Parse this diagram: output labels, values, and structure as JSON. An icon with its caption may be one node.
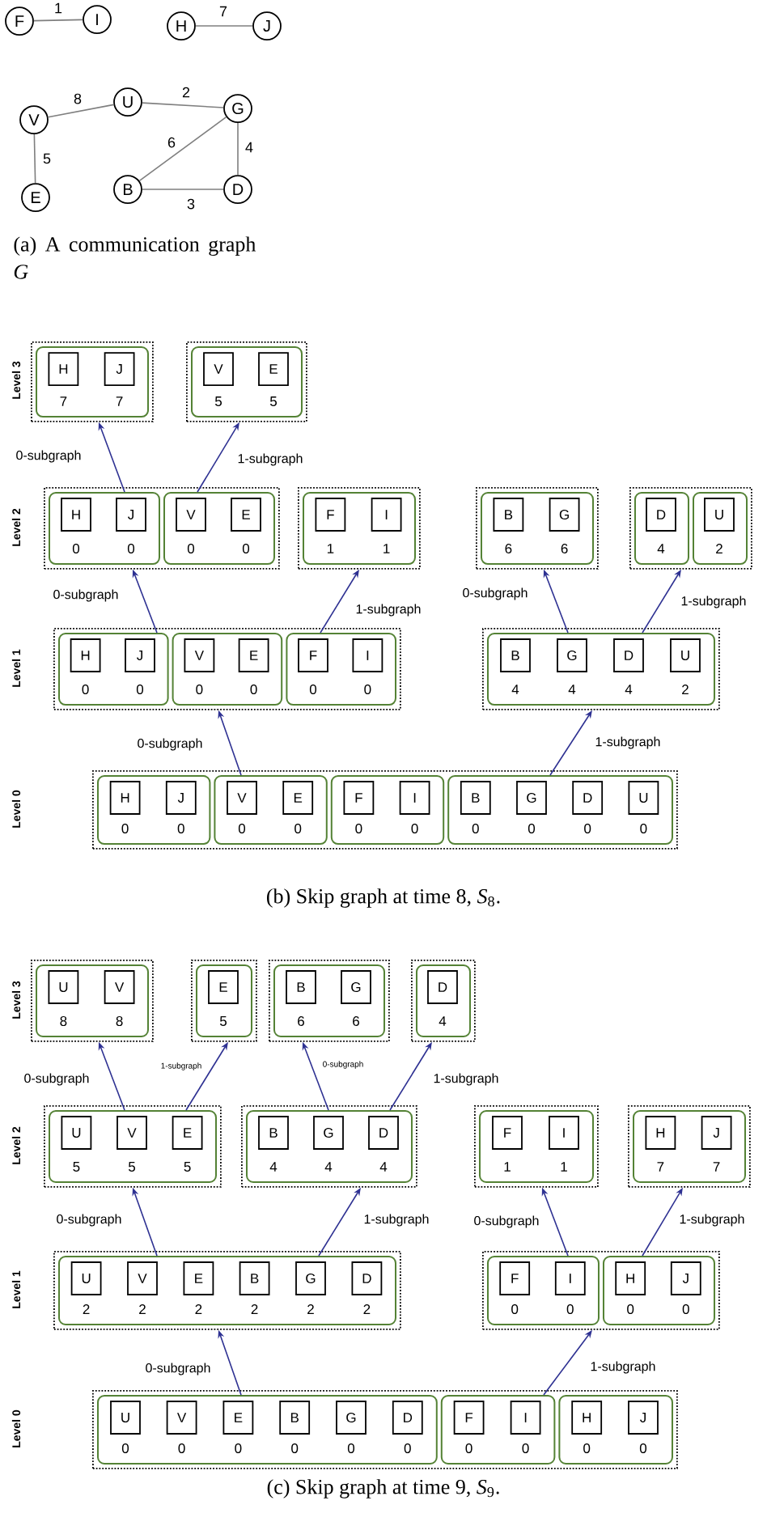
{
  "diagram": {
    "nodes": [
      {
        "text": [
          "F"
        ]
      },
      {
        "text": [
          "I"
        ]
      },
      {
        "text": [
          "H"
        ]
      },
      {
        "text": [
          "J"
        ]
      },
      {
        "text": [
          "V"
        ]
      },
      {
        "text": [
          "U"
        ]
      },
      {
        "text": [
          "G"
        ]
      },
      {
        "text": [
          "E"
        ]
      },
      {
        "text": [
          "B"
        ]
      },
      {
        "text": [
          "D"
        ]
      },
      {
        "text": [],
        "shape": "box"
      },
      {
        "text": [],
        "shape": "box",
        "in": 10
      },
      {
        "text": [
          "H"
        ],
        "beside": [
          "7"
        ],
        "in": 11
      },
      {
        "text": [
          "J"
        ],
        "beside": [
          "7"
        ],
        "in": 11
      },
      {
        "text": [],
        "shape": "box"
      },
      {
        "text": [],
        "shape": "box",
        "in": 14
      },
      {
        "text": [
          "V"
        ],
        "beside": [
          "5"
        ],
        "in": 15
      },
      {
        "text": [
          "E"
        ],
        "beside": [
          "5"
        ],
        "in": 15
      },
      {
        "text": [],
        "shape": "box"
      },
      {
        "text": [],
        "shape": "box",
        "in": 18
      },
      {
        "text": [
          "H"
        ],
        "beside": [
          "0"
        ],
        "in": 19
      },
      {
        "text": [
          "J"
        ],
        "beside": [
          "0"
        ],
        "in": 19
      },
      {
        "text": [],
        "shape": "box",
        "in": 18
      },
      {
        "text": [
          "V"
        ],
        "beside": [
          "0"
        ],
        "in": 22
      },
      {
        "text": [
          "E"
        ],
        "beside": [
          "0"
        ],
        "in": 22
      },
      {
        "text": [],
        "shape": "box"
      },
      {
        "text": [],
        "shape": "box",
        "in": 25
      },
      {
        "text": [
          "F"
        ],
        "beside": [
          "1"
        ],
        "in": 26
      },
      {
        "text": [
          "I"
        ],
        "beside": [
          "1"
        ],
        "in": 26
      },
      {
        "text": [],
        "shape": "box"
      },
      {
        "text": [],
        "shape": "box",
        "in": 29
      },
      {
        "text": [
          "B"
        ],
        "beside": [
          "6"
        ],
        "in": 30
      },
      {
        "text": [
          "G"
        ],
        "beside": [
          "6"
        ],
        "in": 30
      },
      {
        "text": [],
        "shape": "box"
      },
      {
        "text": [],
        "shape": "box",
        "in": 33
      },
      {
        "text": [
          "D"
        ],
        "beside": [
          "4"
        ],
        "in": 34
      },
      {
        "text": [],
        "shape": "box",
        "in": 33
      },
      {
        "text": [
          "U"
        ],
        "beside": [
          "2"
        ],
        "in": 36
      },
      {
        "text": [],
        "shape": "box"
      },
      {
        "text": [],
        "shape": "box",
        "in": 38
      },
      {
        "text": [
          "H"
        ],
        "beside": [
          "0"
        ],
        "in": 39
      },
      {
        "text": [
          "J"
        ],
        "beside": [
          "0"
        ],
        "in": 39
      },
      {
        "text": [],
        "shape": "box",
        "in": 38
      },
      {
        "text": [
          "V"
        ],
        "beside": [
          "0"
        ],
        "in": 42
      },
      {
        "text": [
          "E"
        ],
        "beside": [
          "0"
        ],
        "in": 42
      },
      {
        "text": [],
        "shape": "box",
        "in": 38
      },
      {
        "text": [
          "F"
        ],
        "beside": [
          "0"
        ],
        "in": 45
      },
      {
        "text": [
          "I"
        ],
        "beside": [
          "0"
        ],
        "in": 45
      },
      {
        "text": [],
        "shape": "box"
      },
      {
        "text": [],
        "shape": "box",
        "in": 48
      },
      {
        "text": [
          "B"
        ],
        "beside": [
          "4"
        ],
        "in": 49
      },
      {
        "text": [
          "G"
        ],
        "beside": [
          "4"
        ],
        "in": 49
      },
      {
        "text": [
          "D"
        ],
        "beside": [
          "4"
        ],
        "in": 49
      },
      {
        "text": [
          "U"
        ],
        "beside": [
          "2"
        ],
        "in": 49
      },
      {
        "text": [],
        "shape": "box"
      },
      {
        "text": [],
        "shape": "box",
        "in": 54
      },
      {
        "text": [
          "H"
        ],
        "beside": [
          "0"
        ],
        "in": 55
      },
      {
        "text": [
          "J"
        ],
        "beside": [
          "0"
        ],
        "in": 55
      },
      {
        "text": [],
        "shape": "box",
        "in": 54
      },
      {
        "text": [
          "V"
        ],
        "beside": [
          "0"
        ],
        "in": 58
      },
      {
        "text": [
          "E"
        ],
        "beside": [
          "0"
        ],
        "in": 58
      },
      {
        "text": [],
        "shape": "box",
        "in": 54
      },
      {
        "text": [
          "F"
        ],
        "beside": [
          "0"
        ],
        "in": 61
      },
      {
        "text": [
          "I"
        ],
        "beside": [
          "0"
        ],
        "in": 61
      },
      {
        "text": [],
        "shape": "box",
        "in": 54
      },
      {
        "text": [
          "B"
        ],
        "beside": [
          "0"
        ],
        "in": 64
      },
      {
        "text": [
          "G"
        ],
        "beside": [
          "0"
        ],
        "in": 64
      },
      {
        "text": [
          "D"
        ],
        "beside": [
          "0"
        ],
        "in": 64
      },
      {
        "text": [
          "U"
        ],
        "beside": [
          "0"
        ],
        "in": 64
      },
      {
        "text": [],
        "shape": "box"
      },
      {
        "text": [],
        "shape": "box",
        "in": 69
      },
      {
        "text": [
          "U"
        ],
        "beside": [
          "8"
        ],
        "in": 70
      },
      {
        "text": [
          "V"
        ],
        "beside": [
          "8"
        ],
        "in": 70
      },
      {
        "text": [],
        "shape": "box"
      },
      {
        "text": [],
        "shape": "box",
        "in": 73
      },
      {
        "text": [
          "E"
        ],
        "beside": [
          "5"
        ],
        "in": 74
      },
      {
        "text": [],
        "shape": "box"
      },
      {
        "text": [],
        "shape": "box",
        "in": 76
      },
      {
        "text": [
          "B"
        ],
        "beside": [
          "6"
        ],
        "in": 77
      },
      {
        "text": [
          "G"
        ],
        "beside": [
          "6"
        ],
        "in": 77
      },
      {
        "text": [],
        "shape": "box"
      },
      {
        "text": [],
        "shape": "box",
        "in": 80
      },
      {
        "text": [
          "D"
        ],
        "beside": [
          "4"
        ],
        "in": 81
      },
      {
        "text": [],
        "shape": "box"
      },
      {
        "text": [],
        "shape": "box",
        "in": 83
      },
      {
        "text": [
          "U"
        ],
        "beside": [
          "5"
        ],
        "in": 84
      },
      {
        "text": [
          "V"
        ],
        "beside": [
          "5"
        ],
        "in": 84
      },
      {
        "text": [
          "E"
        ],
        "beside": [
          "5"
        ],
        "in": 84
      },
      {
        "text": [],
        "shape": "box"
      },
      {
        "text": [],
        "shape": "box",
        "in": 88
      },
      {
        "text": [
          "B"
        ],
        "beside": [
          "4"
        ],
        "in": 89
      },
      {
        "text": [
          "G"
        ],
        "beside": [
          "4"
        ],
        "in": 89
      },
      {
        "text": [
          "D"
        ],
        "beside": [
          "4"
        ],
        "in": 89
      },
      {
        "text": [],
        "shape": "box"
      },
      {
        "text": [],
        "shape": "box",
        "in": 93
      },
      {
        "text": [
          "F"
        ],
        "beside": [
          "1"
        ],
        "in": 94
      },
      {
        "text": [
          "I"
        ],
        "beside": [
          "1"
        ],
        "in": 94
      },
      {
        "text": [],
        "shape": "box"
      },
      {
        "text": [],
        "shape": "box",
        "in": 97
      },
      {
        "text": [
          "H"
        ],
        "beside": [
          "7"
        ],
        "in": 98
      },
      {
        "text": [
          "J"
        ],
        "beside": [
          "7"
        ],
        "in": 98
      },
      {
        "text": [],
        "shape": "box"
      },
      {
        "text": [],
        "shape": "box",
        "in": 101
      },
      {
        "text": [
          "U"
        ],
        "beside": [
          "2"
        ],
        "in": 102
      },
      {
        "text": [
          "V"
        ],
        "beside": [
          "2"
        ],
        "in": 102
      },
      {
        "text": [
          "E"
        ],
        "beside": [
          "2"
        ],
        "in": 102
      },
      {
        "text": [
          "B"
        ],
        "beside": [
          "2"
        ],
        "in": 102
      },
      {
        "text": [
          "G"
        ],
        "beside": [
          "2"
        ],
        "in": 102
      },
      {
        "text": [
          "D"
        ],
        "beside": [
          "2"
        ],
        "in": 102
      },
      {
        "text": [],
        "shape": "box"
      },
      {
        "text": [],
        "shape": "box",
        "in": 109
      },
      {
        "text": [
          "F"
        ],
        "beside": [
          "0"
        ],
        "in": 110
      },
      {
        "text": [
          "I"
        ],
        "beside": [
          "0"
        ],
        "in": 110
      },
      {
        "text": [],
        "shape": "box",
        "in": 109
      },
      {
        "text": [
          "H"
        ],
        "beside": [
          "0"
        ],
        "in": 113
      },
      {
        "text": [
          "J"
        ],
        "beside": [
          "0"
        ],
        "in": 113
      },
      {
        "text": [],
        "shape": "box"
      },
      {
        "text": [],
        "shape": "box",
        "in": 116
      },
      {
        "text": [
          "U"
        ],
        "beside": [
          "0"
        ],
        "in": 117
      },
      {
        "text": [
          "V"
        ],
        "beside": [
          "0"
        ],
        "in": 117
      },
      {
        "text": [
          "E"
        ],
        "beside": [
          "0"
        ],
        "in": 117
      },
      {
        "text": [
          "B"
        ],
        "beside": [
          "0"
        ],
        "in": 117
      },
      {
        "text": [
          "G"
        ],
        "beside": [
          "0"
        ],
        "in": 117
      },
      {
        "text": [
          "D"
        ],
        "beside": [
          "0"
        ],
        "in": 117
      },
      {
        "text": [],
        "shape": "box",
        "in": 116
      },
      {
        "text": [
          "F"
        ],
        "beside": [
          "0"
        ],
        "in": 124
      },
      {
        "text": [
          "I"
        ],
        "beside": [
          "0"
        ],
        "in": 124
      },
      {
        "text": [],
        "shape": "box",
        "in": 116
      },
      {
        "text": [
          "H"
        ],
        "beside": [
          "0"
        ],
        "in": 127
      },
      {
        "text": [
          "J"
        ],
        "beside": [
          "0"
        ],
        "in": 127
      }
    ],
    "edges": [
      {
        "from": 0,
        "to": 1,
        "label": "1",
        "arrow": "none",
        "color": "#7f7f7f"
      },
      {
        "from": 2,
        "to": 3,
        "label": "7",
        "arrow": "none",
        "color": "#7f7f7f"
      },
      {
        "from": 4,
        "to": 5,
        "label": "8",
        "arrow": "none",
        "color": "#7f7f7f"
      },
      {
        "from": 5,
        "to": 6,
        "label": "2",
        "arrow": "none",
        "color": "#7f7f7f"
      },
      {
        "from": 8,
        "to": 6,
        "label": "6",
        "arrow": "none",
        "color": "#7f7f7f"
      },
      {
        "from": 6,
        "to": 9,
        "label": "4",
        "arrow": "none",
        "color": "#7f7f7f"
      },
      {
        "from": 4,
        "to": 7,
        "label": "5",
        "arrow": "none",
        "color": "#7f7f7f"
      },
      {
        "from": 8,
        "to": 9,
        "label": "3",
        "arrow": "none",
        "color": "#7f7f7f"
      },
      {
        "from": 19,
        "to": 10,
        "label": "0-subgraph",
        "arrow": "to"
      },
      {
        "from": 22,
        "to": 14,
        "label": "1-subgraph",
        "arrow": "to"
      },
      {
        "from": 39,
        "to": 18,
        "label": "0-subgraph",
        "arrow": "to"
      },
      {
        "from": 45,
        "to": 25,
        "label": "1-subgraph",
        "arrow": "to"
      },
      {
        "from": 49,
        "to": 29,
        "label": "0-subgraph",
        "arrow": "to"
      },
      {
        "from": 49,
        "to": 33,
        "label": "1-subgraph",
        "arrow": "to"
      },
      {
        "from": 58,
        "to": 38,
        "label": "0-subgraph",
        "arrow": "to"
      },
      {
        "from": 64,
        "to": 48,
        "label": "1-subgraph",
        "arrow": "to"
      },
      {
        "from": 84,
        "to": 69,
        "label": "0-subgraph",
        "arrow": "to"
      },
      {
        "from": 84,
        "to": 73,
        "label": "1-subgraph",
        "arrow": "to"
      },
      {
        "from": 89,
        "to": 76,
        "label": "0-subgraph",
        "arrow": "to"
      },
      {
        "from": 89,
        "to": 80,
        "label": "1-subgraph",
        "arrow": "to"
      },
      {
        "from": 102,
        "to": 83,
        "label": "0-subgraph",
        "arrow": "to"
      },
      {
        "from": 102,
        "to": 88,
        "label": "1-subgraph",
        "arrow": "to"
      },
      {
        "from": 110,
        "to": 93,
        "label": "0-subgraph",
        "arrow": "to"
      },
      {
        "from": 113,
        "to": 97,
        "label": "1-subgraph",
        "arrow": "to"
      },
      {
        "from": 117,
        "to": 101,
        "label": "0-subgraph",
        "arrow": "to"
      },
      {
        "from": 124,
        "to": 109,
        "label": "1-subgraph",
        "arrow": "to"
      }
    ],
    "labels": [
      "(a) A communication graph *G*",
      "Level 3",
      "Level 2",
      "Level 1",
      "Level 0",
      "(b) Skip graph at time 8, *S*$_{8}$.",
      "Level 3",
      "Level 2",
      "Level 1",
      "Level 0",
      "(c) Skip graph at time 9, *S*$_{9}$."
    ]
  }
}
